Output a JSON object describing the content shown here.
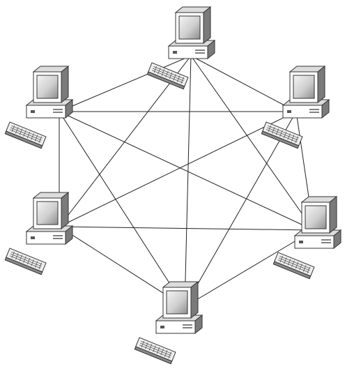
{
  "diagram": {
    "kind": "full-mesh network topology",
    "node_count": 6,
    "nodes": [
      {
        "id": "n1",
        "icon": "desktop-computer-icon",
        "position_label": "top"
      },
      {
        "id": "n2",
        "icon": "desktop-computer-icon",
        "position_label": "upper-right"
      },
      {
        "id": "n3",
        "icon": "desktop-computer-icon",
        "position_label": "lower-right"
      },
      {
        "id": "n4",
        "icon": "desktop-computer-icon",
        "position_label": "bottom"
      },
      {
        "id": "n5",
        "icon": "desktop-computer-icon",
        "position_label": "lower-left"
      },
      {
        "id": "n6",
        "icon": "desktop-computer-icon",
        "position_label": "upper-left"
      }
    ],
    "links": [
      [
        "n1",
        "n2"
      ],
      [
        "n1",
        "n3"
      ],
      [
        "n1",
        "n4"
      ],
      [
        "n1",
        "n5"
      ],
      [
        "n1",
        "n6"
      ],
      [
        "n2",
        "n3"
      ],
      [
        "n2",
        "n4"
      ],
      [
        "n2",
        "n5"
      ],
      [
        "n2",
        "n6"
      ],
      [
        "n3",
        "n4"
      ],
      [
        "n3",
        "n5"
      ],
      [
        "n3",
        "n6"
      ],
      [
        "n4",
        "n5"
      ],
      [
        "n4",
        "n6"
      ],
      [
        "n5",
        "n6"
      ]
    ],
    "colors": {
      "line": "#222222",
      "monitor_body": "#ffffff",
      "monitor_outline": "#333333",
      "screen": "#d8d8d8",
      "screen_shade": "#9a9a9a",
      "case_side": "#7a7a7a",
      "case_top": "#dcdcdc",
      "keyboard": "#f0f0f0",
      "keyboard_side": "#8a8a8a"
    }
  }
}
